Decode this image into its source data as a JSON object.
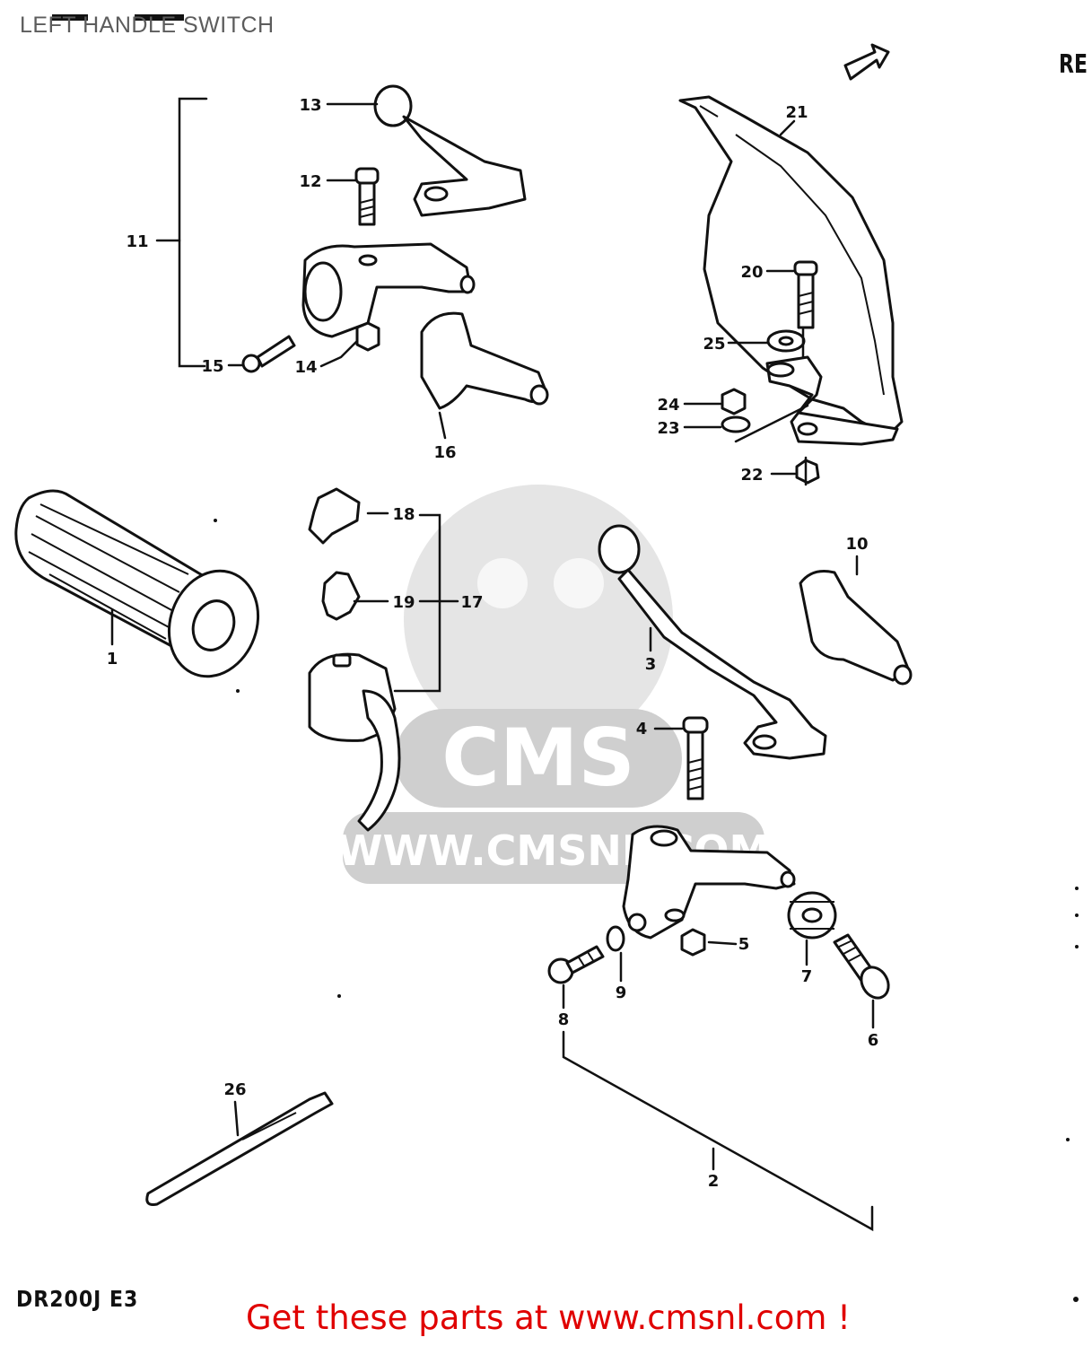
{
  "page": {
    "title": "LEFT HANDLE SWITCH",
    "model_code": "DR200J E3",
    "corner_text": "RE",
    "promo": "Get these parts at www.cmsnl.com !"
  },
  "watermark": {
    "brand": "CMS",
    "url": "WWW.CMSNL.COM"
  },
  "callouts": [
    "1",
    "2",
    "3",
    "4",
    "5",
    "6",
    "7",
    "8",
    "9",
    "10",
    "11",
    "12",
    "13",
    "14",
    "15",
    "16",
    "17",
    "18",
    "19",
    "20",
    "21",
    "22",
    "23",
    "24",
    "25",
    "26"
  ],
  "colors": {
    "promo_text": "#e00000",
    "title_text": "#5c5c5c",
    "watermark": "#cfcfcf",
    "line_art": "#111111"
  }
}
